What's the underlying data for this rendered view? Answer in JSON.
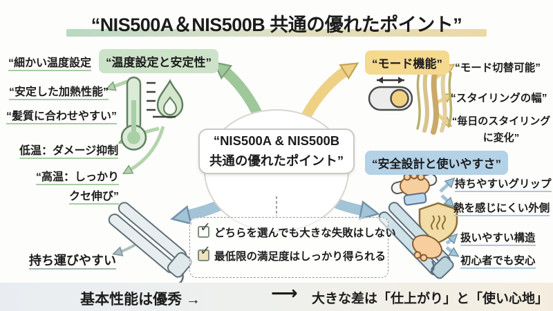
{
  "title": "“NIS500A＆NIS500B 共通の優れたポイント”",
  "center_label": "“NIS500A & NIS500B\n共通の優れたポイント”",
  "sections": {
    "temperature": {
      "header": "“温度設定と安定性”",
      "item_fine": "“細かい温度設定",
      "item_stable": "“安定した加熱性能”",
      "item_hair": "“髪質に合わせやすい”",
      "item_low": "低温：ダメージ抑制",
      "item_high": "“高温：しっかり\nクセ伸び”",
      "item_carry": "持ち運びやすい"
    },
    "mode": {
      "header": "“モード機能”",
      "item_switch": "“モード切替可能”",
      "item_range": "“スタイリングの幅”",
      "item_daily": "“毎日のスタイリング\nに変化”"
    },
    "safety": {
      "header": "“安全設計と使いやすさ”",
      "item_grip": "持ちやすいグリップ",
      "item_heat": "熱を感じにくい外側",
      "item_easy": "扱いやすい構造",
      "item_beginner": "初心者でも安心"
    }
  },
  "checklist": {
    "item1": "どちらを選んでも大きな失敗はしない",
    "item2": "最低限の満足度はしっかり得られる",
    "check_glyph": "✓"
  },
  "footer": {
    "left": "基本性能は優秀 →",
    "arrow": "⟶",
    "right": "大きな差は「仕上がり」と「使い心地」"
  },
  "icons": {
    "thermometer": "thermometer-icon",
    "flame": "flame-icon",
    "toggle": "toggle-switch-icon",
    "hair_strands": "hair-strands-icon",
    "hand_grip": "hand-grip-icon",
    "heat_shield": "heat-shield-icon",
    "straightener_left": "straightener-icon",
    "straightener_right": "straightener-in-hand-icon"
  },
  "colors": {
    "green_arrow": "#9ec79a",
    "green_bg": "#cde3c9",
    "yellow_arrow": "#eed184",
    "yellow_bg": "#f5d98f",
    "blue_arrow": "#a3c3d6",
    "blue_bg": "#b3d1e7",
    "text": "#1c1c1c"
  }
}
